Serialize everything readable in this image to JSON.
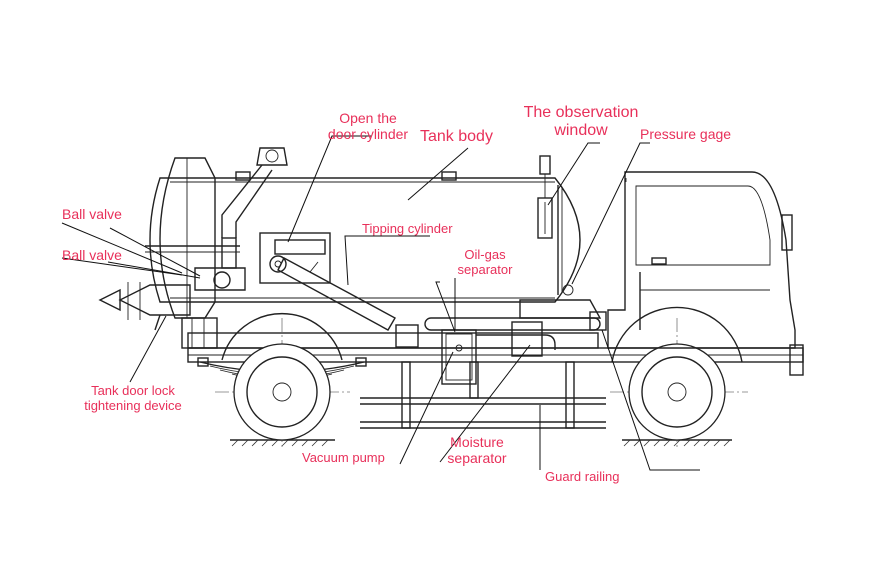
{
  "labels": {
    "open_door_cylinder": [
      "Open the",
      "door cylinder"
    ],
    "tank_body": "Tank body",
    "observation_window": [
      "The observation",
      "window"
    ],
    "pressure_gage": "Pressure gage",
    "ball_valve_upper": "Ball valve",
    "ball_valve_lower": "Ball valve",
    "tipping_cylinder": "Tipping cylinder",
    "oil_gas_separator": [
      "Oil-gas",
      "separator"
    ],
    "tank_door_lock": [
      "Tank door lock",
      "tightening device"
    ],
    "vacuum_pump": "Vacuum pump",
    "moisture_separator": [
      "Moisture",
      "separator"
    ],
    "guard_railing": "Guard railing"
  },
  "colors": {
    "label": "#e8305a",
    "line": "#222222",
    "background": "#ffffff"
  }
}
